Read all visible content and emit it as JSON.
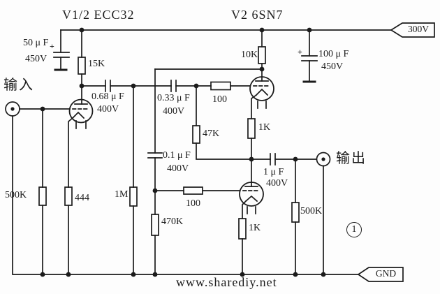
{
  "colors": {
    "ink": "#1b1b1b",
    "background": "#fdfdfd"
  },
  "headings": {
    "v1": "V1/2 ECC32",
    "v2": "V2 6SN7"
  },
  "ports": {
    "input": "输入",
    "output": "输出",
    "supply": "300V",
    "ground": "GND"
  },
  "components": {
    "cap_50uf": {
      "value": "50 μ F",
      "voltage": "450V",
      "polarity": "+"
    },
    "r_15k": {
      "value": "15K"
    },
    "cap_068uf": {
      "value": "0.68 μ F",
      "voltage": "400V"
    },
    "cap_033uf": {
      "value": "0.33 μ F",
      "voltage": "400V"
    },
    "r_100_upper": {
      "value": "100"
    },
    "r_10k": {
      "value": "10K"
    },
    "cap_100uf": {
      "value": "100 μ F",
      "voltage": "450V",
      "polarity": "+"
    },
    "r_47k": {
      "value": "47K"
    },
    "r_1k_upper": {
      "value": "1K"
    },
    "cap_01uf": {
      "value": "0.1 μ F",
      "voltage": "400V"
    },
    "r_100_lower": {
      "value": "100"
    },
    "r_470k": {
      "value": "470K"
    },
    "r_500k_input": {
      "value": "500K"
    },
    "r_444": {
      "value": "444"
    },
    "r_1m": {
      "value": "1M"
    },
    "r_1k_lower": {
      "value": "1K"
    },
    "cap_1uf": {
      "value": "1 μ F",
      "voltage": "400V"
    },
    "r_500k_output": {
      "value": "500K"
    }
  },
  "annotations": {
    "circle_note": "1",
    "watermark": "www.sharediy.net"
  }
}
